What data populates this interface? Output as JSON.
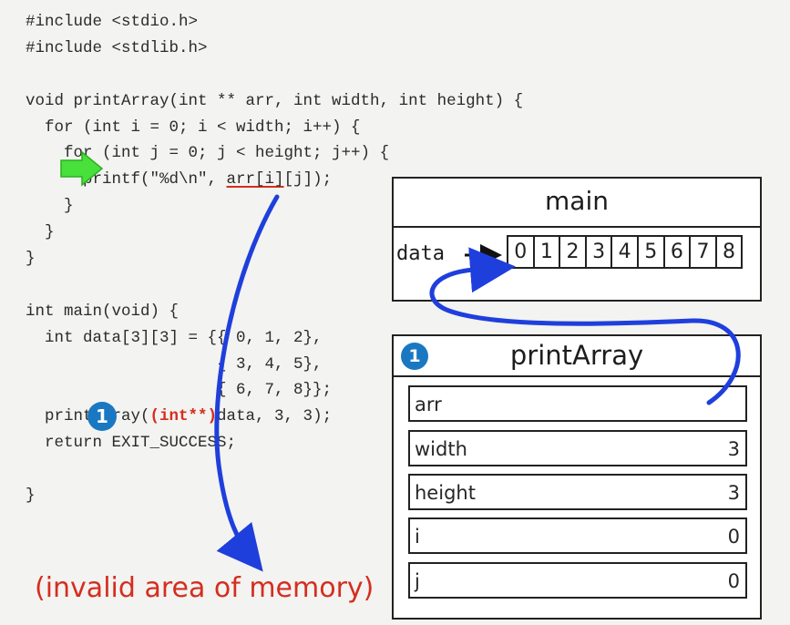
{
  "code": {
    "lines": [
      "#include <stdio.h>",
      "#include <stdlib.h>",
      "",
      "void printArray(int ** arr, int width, int height) {",
      "  for (int i = 0; i < width; i++) {",
      "    for (int j = 0; j < height; j++) {",
      "      printf(\"%d\\n\", ",
      "    }",
      "  }",
      "}",
      "",
      "int main(void) {",
      "  int data[3][3] = {{ 0, 1, 2},",
      "                    { 3, 4, 5},",
      "                    { 6, 7, 8}};",
      "  printArray(",
      "  return EXIT_SUCCESS;",
      "",
      "}"
    ],
    "printf_highlight": "arr[i]",
    "printf_tail": "[j]);",
    "call_cast": "(int**)",
    "call_tail": "data, 3, 3);"
  },
  "main_frame": {
    "title": "main",
    "data_label": "data",
    "array_values": [
      "0",
      "1",
      "2",
      "3",
      "4",
      "5",
      "6",
      "7",
      "8"
    ]
  },
  "print_array_frame": {
    "title": "printArray",
    "badge": "1",
    "variables": [
      {
        "name": "arr",
        "value": ""
      },
      {
        "name": "width",
        "value": "3"
      },
      {
        "name": "height",
        "value": "3"
      },
      {
        "name": "i",
        "value": "0"
      },
      {
        "name": "j",
        "value": "0"
      }
    ]
  },
  "call_badge": "1",
  "invalid_note": "(invalid area of memory)",
  "colors": {
    "arrow_blue": "#1f3fdc",
    "current_line_arrow": "#48e03a",
    "error_red": "#d42e1f",
    "badge_blue": "#1a78c2"
  },
  "icons": {
    "current_line": "current-line-arrow-icon",
    "pointer": "pointer-arrow-icon"
  }
}
